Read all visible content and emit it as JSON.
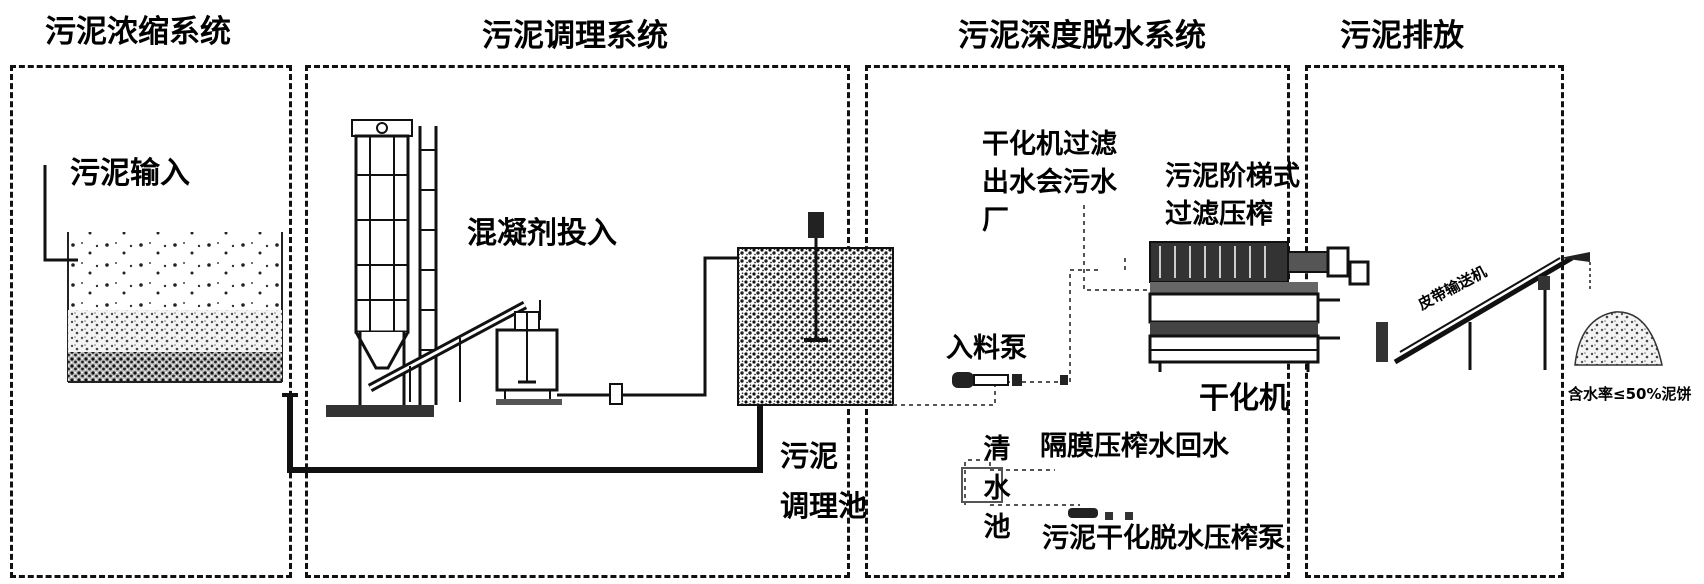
{
  "sections": {
    "thickening": "污泥浓缩系统",
    "conditioning": "污泥调理系统",
    "dewatering": "污泥深度脱水系统",
    "discharge": "污泥排放"
  },
  "labels": {
    "sludge_input": "污泥输入",
    "coagulant_input": "混凝剂投入",
    "conditioning_tank_line1": "污泥",
    "conditioning_tank_line2": "调理池",
    "filtrate_line1": "干化机过滤",
    "filtrate_line2": "出水会污水",
    "filtrate_line3": "厂",
    "press_line1": "污泥阶梯式",
    "press_line2": "过滤压榨",
    "feed_pump": "入料泵",
    "dryer": "干化机",
    "membrane_return": "隔膜压榨水回水",
    "clear_water_tank": "清水池",
    "press_pump": "污泥干化脱水压榨泵",
    "conveyor": "皮带输送机",
    "moisture": "含水率≤50%泥饼"
  }
}
